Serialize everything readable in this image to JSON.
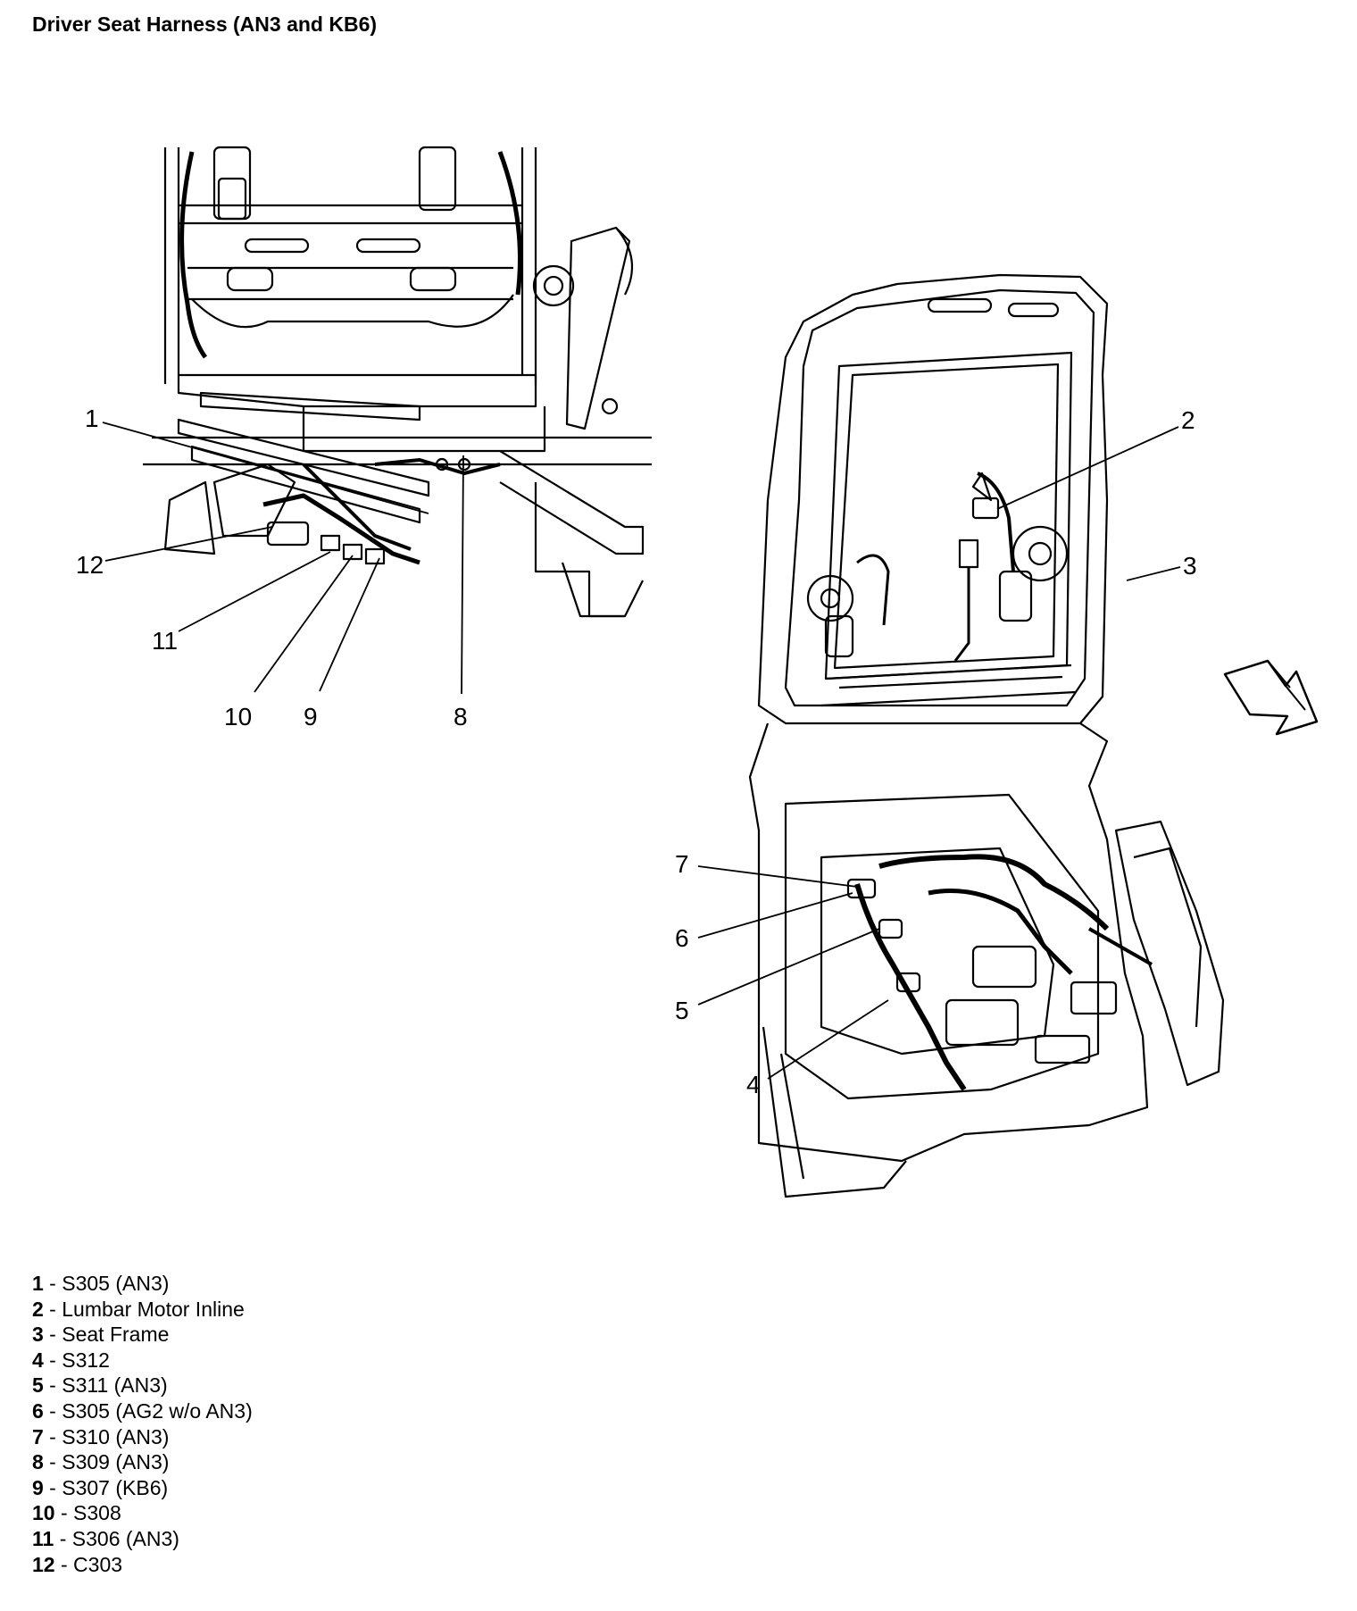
{
  "title": "Driver Seat Harness (AN3 and KB6)",
  "callouts": [
    "1",
    "2",
    "3",
    "4",
    "5",
    "6",
    "7",
    "8",
    "9",
    "10",
    "11",
    "12"
  ],
  "legend": [
    {
      "num": "1",
      "sep": " - ",
      "text": "S305 (AN3)"
    },
    {
      "num": "2",
      "sep": " - ",
      "text": "Lumbar Motor Inline"
    },
    {
      "num": "3",
      "sep": " - ",
      "text": "Seat Frame"
    },
    {
      "num": "4",
      "sep": " - ",
      "text": "S312"
    },
    {
      "num": "5",
      "sep": " - ",
      "text": "S311 (AN3)"
    },
    {
      "num": "6",
      "sep": " - ",
      "text": "S305 (AG2 w/o AN3)"
    },
    {
      "num": "7",
      "sep": " - ",
      "text": "S310 (AN3)"
    },
    {
      "num": "8",
      "sep": " - ",
      "text": "S309 (AN3)"
    },
    {
      "num": "9",
      "sep": " - ",
      "text": "S307 (KB6)"
    },
    {
      "num": "10",
      "sep": " - ",
      "text": "S308"
    },
    {
      "num": "11",
      "sep": " - ",
      "text": "S306 (AN3)"
    },
    {
      "num": "12",
      "sep": " - ",
      "text": "C303"
    }
  ]
}
